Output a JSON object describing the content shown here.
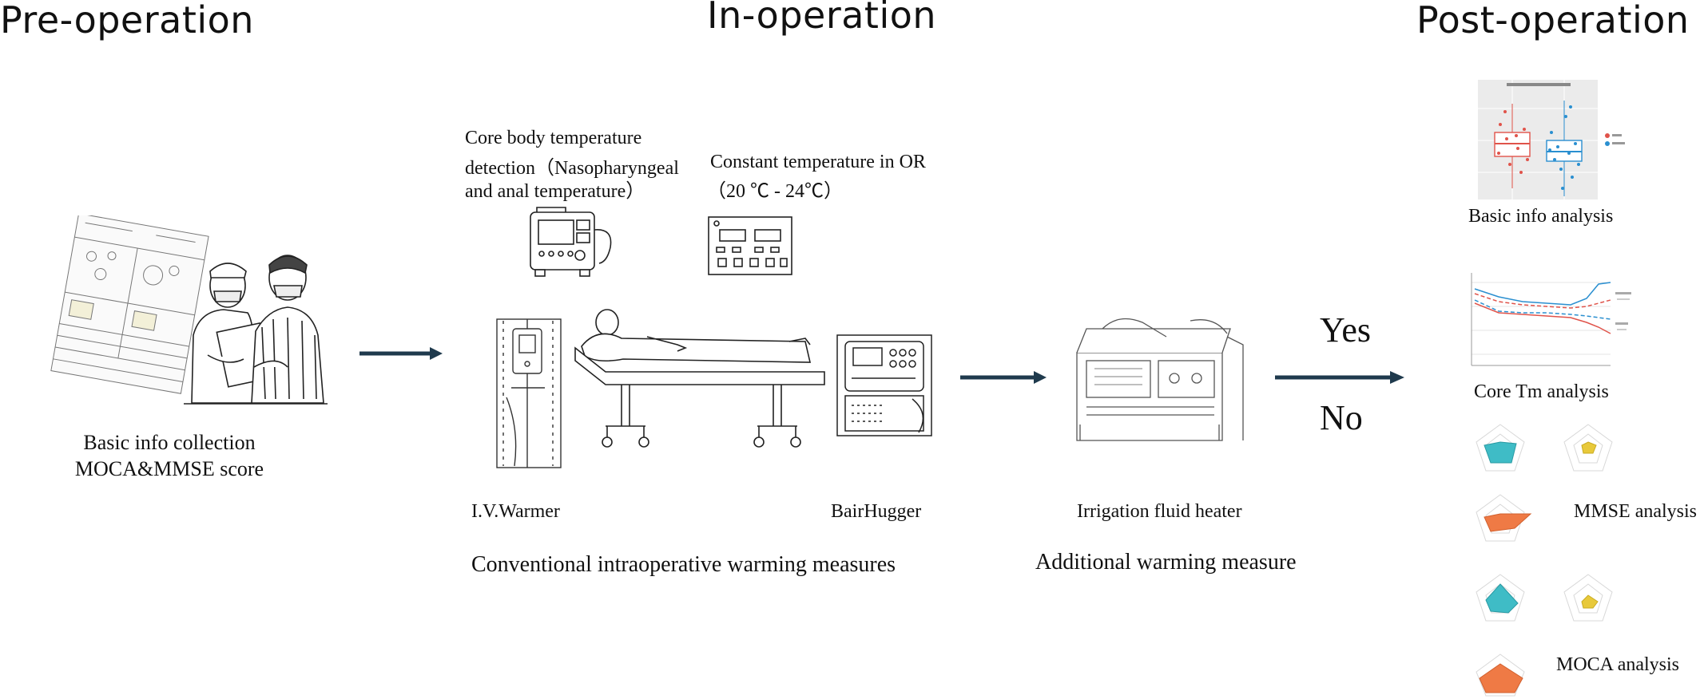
{
  "headings": {
    "pre": "Pre-operation",
    "in": "In-operation",
    "post": "Post-operation"
  },
  "pre_operation": {
    "caption_line1": "Basic info collection",
    "caption_line2": "MOCA&MMSE score"
  },
  "in_operation": {
    "core_temp_line1": "Core body temperature",
    "core_temp_line2": "detection（Nasopharyngeal",
    "core_temp_line3": "and anal temperature）",
    "or_temp_line1": "Constant temperature in OR",
    "or_temp_line2": "（20 ℃ - 24℃）",
    "iv_warmer": "I.V.Warmer",
    "bair_hugger": "BairHugger",
    "conventional": "Conventional intraoperative warming measures",
    "irrigation": "Irrigation fluid heater",
    "additional": "Additional warming measure"
  },
  "decision": {
    "yes": "Yes",
    "no": "No"
  },
  "post_operation": {
    "basic_info": "Basic info analysis",
    "core_tm": "Core Tm analysis",
    "mmse": "MMSE analysis",
    "moca": "MOCA analysis"
  },
  "colors": {
    "arrow": "#1f3a4d",
    "teal": "#3fbcc6",
    "yellow": "#e8c93a",
    "orange": "#ef7a45",
    "red_series": "#e0534a",
    "blue_series": "#2a8fd0"
  },
  "icons": [
    "patient-consult-illustration",
    "monitor-icon",
    "thermostat-panel-icon",
    "iv-warmer-icon",
    "operating-bed-icon",
    "bair-hugger-icon",
    "irrigation-heater-icon",
    "boxplot-thumbnail",
    "line-chart-thumbnail",
    "radar-chart-thumbnail"
  ]
}
